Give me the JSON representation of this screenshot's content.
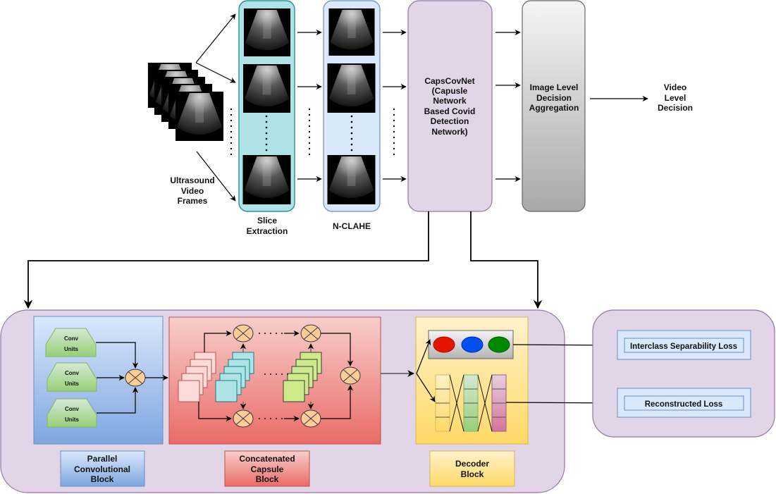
{
  "pipeline": {
    "input": {
      "label_lines": [
        "Ultrasound",
        "Video",
        "Frames"
      ]
    },
    "slice_extraction": {
      "label_lines": [
        "Slice",
        "Extraction"
      ],
      "color": "#b0e3e6"
    },
    "nclahe": {
      "label_lines": [
        "N-CLAHE"
      ],
      "color": "#dae8fc"
    },
    "capscovnet": {
      "label_lines": [
        "CapsCovNet",
        "(Capusle",
        "Network",
        "Based Covid",
        "Detection",
        "Network)"
      ],
      "color": "#e1d5e7"
    },
    "aggregation": {
      "label_lines": [
        "Image Level",
        "Decision",
        "Aggregation"
      ]
    },
    "output": {
      "label_lines": [
        "Video",
        "Level",
        "Decision"
      ]
    }
  },
  "architecture": {
    "parallel_conv": {
      "conv_units": [
        {
          "lines": [
            "Conv",
            "Units"
          ]
        },
        {
          "lines": [
            "Conv",
            "Units"
          ]
        },
        {
          "lines": [
            "Conv",
            "Units"
          ]
        }
      ],
      "caption_lines": [
        "Parallel",
        "Convolutional",
        "Block"
      ]
    },
    "capsule": {
      "caption_lines": [
        "Concatenated",
        "Capsule",
        "Block"
      ]
    },
    "decoder": {
      "class_colors": [
        "#e51400",
        "#0050ef",
        "#008a00"
      ],
      "caption_lines": [
        "Decoder",
        "Block"
      ]
    }
  },
  "losses": {
    "items": [
      {
        "label": "Interclass Separability Loss"
      },
      {
        "label": "Reconstructed Loss"
      }
    ]
  }
}
